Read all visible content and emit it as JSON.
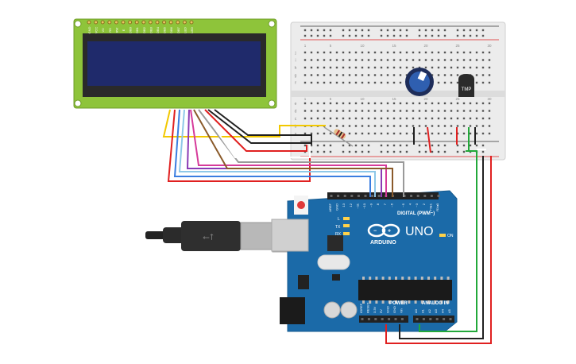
{
  "lcd": {
    "pin_labels": [
      "GND",
      "VCC",
      "V0",
      "RS",
      "RW",
      "E",
      "DB0",
      "DB1",
      "DB2",
      "DB3",
      "DB4",
      "DB5",
      "DB6",
      "DB7",
      "LED",
      "LED"
    ]
  },
  "breadboard": {
    "row_letters_top": [
      "j",
      "i",
      "h",
      "g",
      "f"
    ],
    "row_letters_bottom": [
      "e",
      "d",
      "c",
      "b",
      "a"
    ],
    "column_numbers": [
      "1",
      "",
      "",
      "",
      "5",
      "",
      "",
      "",
      "",
      "10",
      "",
      "",
      "",
      "",
      "15",
      "",
      "",
      "",
      "",
      "20",
      "",
      "",
      "",
      "",
      "25",
      "",
      "",
      "",
      "",
      "30"
    ]
  },
  "tmp_sensor": {
    "label": "TMP"
  },
  "arduino": {
    "brand": "ARDUINO",
    "model": "UNO",
    "on_label": "ON",
    "l_label": "L",
    "tx_label": "TX",
    "rx_label": "RX",
    "digital_label": "DIGITAL (PWM~)",
    "power_label": "POWER",
    "analog_label": "ANALOG IN",
    "digital_pins": [
      "AREF",
      "GND",
      "13",
      "12",
      "~11",
      "~10",
      "~9",
      "8",
      "7",
      "~6",
      "~5",
      "4",
      "~3",
      "2",
      "TX▸1",
      "RX◂0"
    ],
    "power_pins": [
      "IOREF",
      "RESET",
      "3.3V",
      "5V",
      "GND",
      "GND",
      "Vin"
    ],
    "analog_pins": [
      "A0",
      "A1",
      "A2",
      "A3",
      "A4",
      "A5"
    ]
  },
  "colors": {
    "lcd_board": "#8ec43a",
    "lcd_screen": "#1f2a6b",
    "arduino_board": "#1b6aa8",
    "wire_red": "#e02020",
    "wire_black": "#202020",
    "wire_yellow": "#f2c800",
    "wire_green": "#22a83a",
    "wire_blue": "#3a7de0",
    "wire_purple": "#8a3ab5",
    "wire_pink": "#d63a9a",
    "wire_brown": "#8a5a2a",
    "wire_gray": "#9a9a9a"
  }
}
